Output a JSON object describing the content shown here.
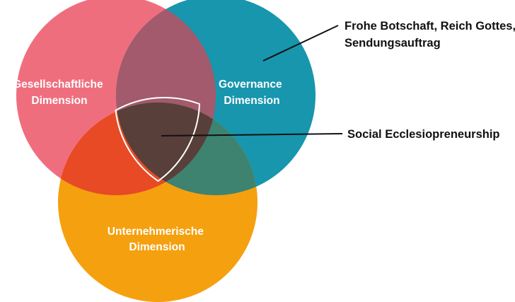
{
  "diagram": {
    "circles": [
      {
        "id": "gesellschaftlich",
        "lines": [
          "Gesellschaftliche",
          "Dimension"
        ],
        "color": "#EF6E7E"
      },
      {
        "id": "governance",
        "lines": [
          "Governance",
          "Dimension"
        ],
        "color": "#1796AE"
      },
      {
        "id": "unternehmerisch",
        "lines": [
          "Unternehmerische",
          "Dimension"
        ],
        "color": "#F5A00F"
      }
    ],
    "overlap_colors": {
      "gesellschaftlich_governance": "#A25A6C",
      "gesellschaftlich_unternehmerisch": "#E84A25",
      "governance_unternehmerisch": "#3E8270",
      "center": "#583F39"
    },
    "annotations": [
      {
        "id": "frohe-botschaft",
        "lines": [
          "Frohe Botschaft, Reich Gottes,",
          "Sendungsauftrag"
        ]
      },
      {
        "id": "social-ecclesiopreneurship",
        "lines": [
          "Social Ecclesiopreneurship"
        ]
      }
    ],
    "line_color": "#111111"
  }
}
